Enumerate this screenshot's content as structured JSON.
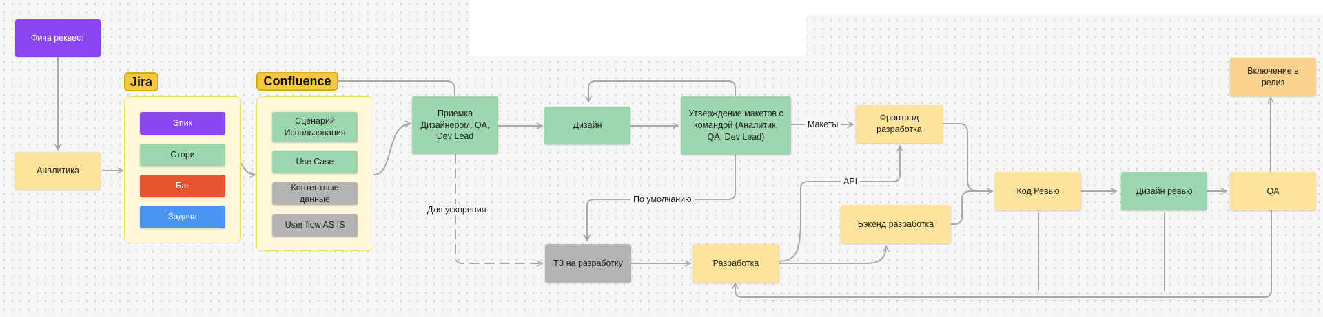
{
  "nodes": {
    "feature_request": "Фича реквест",
    "analytics": "Аналитика",
    "jira_items": {
      "epic": "Эпик",
      "story": "Стори",
      "bug": "Баг",
      "task": "Задача"
    },
    "confluence_items": {
      "use_scenario": "Сценарий Использования",
      "use_case": "Use Case",
      "content_data": "Контентные данные",
      "user_flow": "User flow AS IS"
    },
    "acceptance": "Приемка Дизайнером, QA, Dev Lead",
    "design": "Дизайн",
    "approval": "Утверждение макетов с командой (Аналитик, QA, Dev Lead)",
    "frontend": "Фронтэнд разработка",
    "backend": "Бэкенд разработка",
    "spec": "ТЗ на разработку",
    "development": "Разработка",
    "code_review": "Код Ревью",
    "design_review": "Дизайн ревью",
    "qa": "QA",
    "release": "Включение в релиз"
  },
  "tags": {
    "jira": "Jira",
    "confluence": "Confluence"
  },
  "edge_labels": {
    "mockups": "Макеты",
    "api": "API",
    "default": "По умолчанию",
    "speedup": "Для ускорения"
  },
  "colors": {
    "purple": "#8b46f0",
    "green": "#9bd6ae",
    "red": "#e55532",
    "blue": "#4c94f4",
    "gray": "#b4b4b4",
    "light_gray": "#cccccc",
    "yellow": "#fbe49a",
    "orange": "#f9d38e",
    "edge": "#a8a8a8"
  }
}
